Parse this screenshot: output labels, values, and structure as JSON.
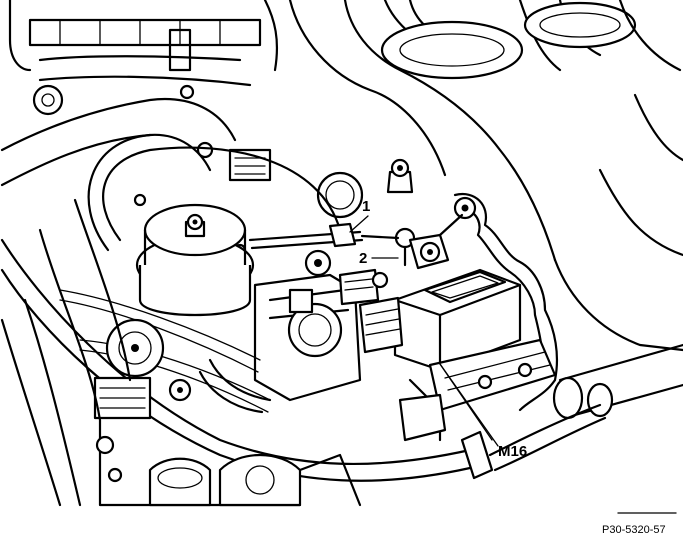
{
  "callouts": {
    "c1": "1",
    "c2": "2",
    "m16": "M16"
  },
  "figure_ref": "P30-5320-57"
}
